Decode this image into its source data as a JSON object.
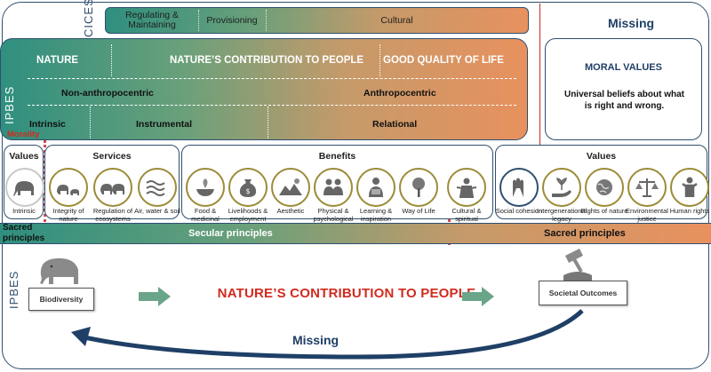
{
  "labels": {
    "cices": "CICES",
    "ipbes_top": "IPBES",
    "ipbes_bottom": "IPBES",
    "morality": "Morality"
  },
  "cices": {
    "segments": [
      "Regulating & Maintaining",
      "Provisioning",
      "Cultural"
    ]
  },
  "ipbes_header": {
    "nature": "NATURE",
    "ncp": "NATURE’S CONTRIBUTION TO PEOPLE",
    "gqol": "GOOD QUALITY OF LIFE",
    "non_anthro": "Non-anthropocentric",
    "anthro": "Anthropocentric",
    "intrinsic": "Intrinsic",
    "instrumental": "Instrumental",
    "relational": "Relational"
  },
  "missing_top": "Missing",
  "moral": {
    "title": "MORAL VALUES",
    "desc": "Universal beliefs about what is right and wrong."
  },
  "panels": {
    "values_left": {
      "title": "Values",
      "items": [
        {
          "label": "Intrinsic",
          "icon": "elephant-icon"
        }
      ]
    },
    "services": {
      "title": "Services",
      "items": [
        {
          "label": "Integrity of nature",
          "icon": "elephant-family-icon"
        },
        {
          "label": "Regulation of ecosystems",
          "icon": "elephants-icon"
        },
        {
          "label": "Air, water & soil",
          "icon": "waves-icon"
        }
      ]
    },
    "benefits": {
      "title": "Benefits",
      "items": [
        {
          "label": "Food & medicinal",
          "icon": "plant-bowl-icon"
        },
        {
          "label": "Livelihoods & employment",
          "icon": "money-bag-icon"
        },
        {
          "label": "Aesthetic",
          "icon": "landscape-icon"
        },
        {
          "label": "Physical & psychological",
          "icon": "people-icon"
        },
        {
          "label": "Learning & inspiration",
          "icon": "reader-icon"
        },
        {
          "label": "Way of Life",
          "icon": "tree-icon"
        },
        {
          "label": "Cultural & spiritual",
          "icon": "deity-icon"
        }
      ]
    },
    "values_right": {
      "title": "Values",
      "items": [
        {
          "label": "Social cohesion",
          "icon": "hands-icon"
        },
        {
          "label": "Intergenerational legacy",
          "icon": "hand-sprout-icon"
        },
        {
          "label": "Rights of nature",
          "icon": "globe-icon"
        },
        {
          "label": "Environmental justice",
          "icon": "scales-icon"
        },
        {
          "label": "Human rights",
          "icon": "human-icon"
        }
      ]
    }
  },
  "principles": {
    "sacred_left": "Sacred principles",
    "secular": "Secular principles",
    "sacred_right": "Sacred principles"
  },
  "bottom": {
    "biodiversity": "Biodiversity",
    "ncp": "NATURE’S CONTRIBUTION TO PEOPLE",
    "societal": "Societal Outcomes",
    "missing": "Missing"
  },
  "colors": {
    "teal": "#2f8f7f",
    "orange": "#e8915e",
    "navy": "#1f3f66",
    "red": "#d12b1f",
    "olive_ring": "#9c8b38",
    "arrow_green": "#6aa58a"
  }
}
